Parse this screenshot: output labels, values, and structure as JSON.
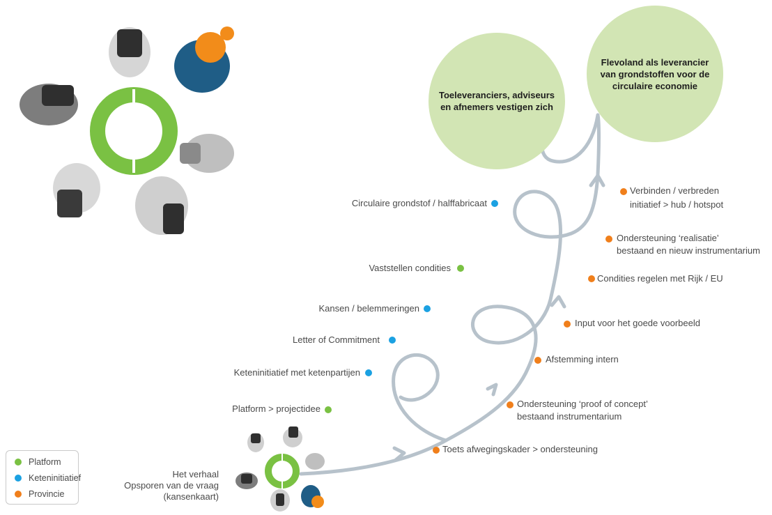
{
  "colors": {
    "platform": "#7ac143",
    "keteninitiatief": "#1ba1e2",
    "provincie": "#f07f1b",
    "path": "#b7c2cb",
    "bubble_fill": "#d2e5b4"
  },
  "bubbles": {
    "left": "Toeleveranciers, adviseurs\nen afnemers vestigen zich",
    "right": "Flevoland als leverancier\nvan grondstoffen voor de\ncirculaire economie"
  },
  "left_labels": [
    {
      "text": "Circulaire grondstof / halffabricaat",
      "category": "keteninitiatief"
    },
    {
      "text": "Vaststellen condities",
      "category": "platform"
    },
    {
      "text": "Kansen / belemmeringen",
      "category": "keteninitiatief"
    },
    {
      "text": "Letter of Commitment",
      "category": "keteninitiatief"
    },
    {
      "text": "Keteninitiatief met ketenpartijen",
      "category": "keteninitiatief"
    },
    {
      "text": "Platform > projectidee",
      "category": "platform"
    }
  ],
  "right_labels": [
    {
      "line1": "Verbinden / verbreden",
      "line2": "initiatief > hub / hotspot",
      "category": "provincie"
    },
    {
      "line1": "Ondersteuning ‘realisatie’",
      "line2": "bestaand en nieuw instrumentarium",
      "category": "provincie"
    },
    {
      "line1": "Condities regelen met Rijk / EU",
      "line2": "",
      "category": "provincie"
    },
    {
      "line1": "Input voor het goede voorbeeld",
      "line2": "",
      "category": "provincie"
    },
    {
      "line1": "Afstemming intern",
      "line2": "",
      "category": "provincie"
    },
    {
      "line1": "Ondersteuning ‘proof of concept’",
      "line2": "bestaand instrumentarium",
      "category": "provincie"
    },
    {
      "line1": "Toets afwegingskader > ondersteuning",
      "line2": "",
      "category": "provincie"
    }
  ],
  "start": {
    "line1": "Het verhaal",
    "line2": "Opsporen van de vraag",
    "line3": "(kansenkaart)"
  },
  "legend": [
    {
      "label": "Platform",
      "category": "platform"
    },
    {
      "label": "Keteninitiatief",
      "category": "keteninitiatief"
    },
    {
      "label": "Provincie",
      "category": "provincie"
    }
  ]
}
